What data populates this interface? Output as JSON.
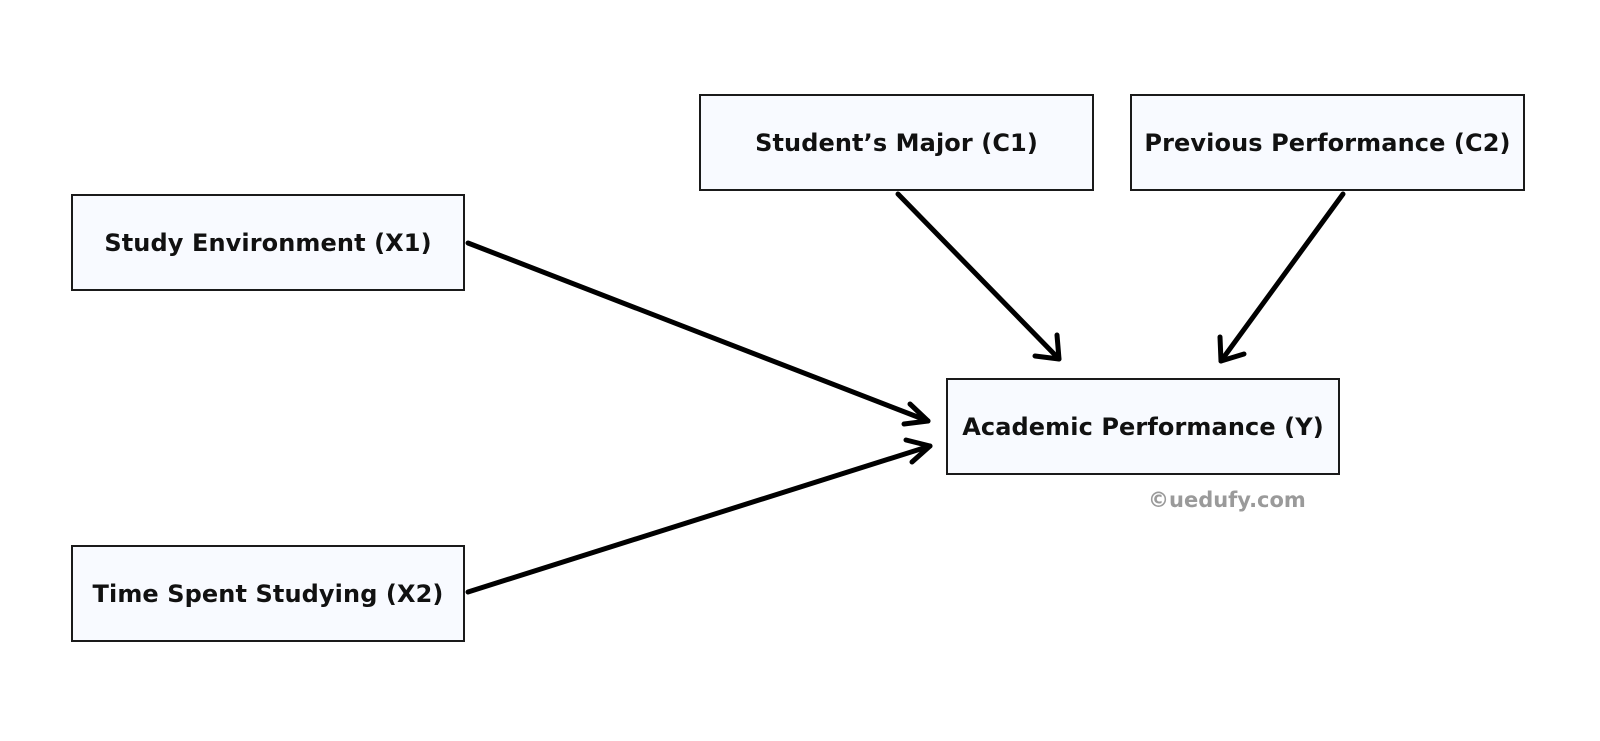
{
  "nodes": {
    "x1": {
      "label": "Study Environment (X1)"
    },
    "x2": {
      "label": "Time Spent Studying (X2)"
    },
    "c1": {
      "label": "Student’s Major (C1)"
    },
    "c2": {
      "label": "Previous Performance (C2)"
    },
    "y": {
      "label": "Academic Performance (Y)"
    }
  },
  "edges": [
    {
      "from": "x1",
      "to": "y"
    },
    {
      "from": "x2",
      "to": "y"
    },
    {
      "from": "c1",
      "to": "y"
    },
    {
      "from": "c2",
      "to": "y"
    }
  ],
  "watermark": "©uedufy.com",
  "colors": {
    "node_fill": "#f8faff",
    "node_border": "#1a1a1a",
    "arrow": "#000000",
    "watermark": "#9a9a9a"
  }
}
